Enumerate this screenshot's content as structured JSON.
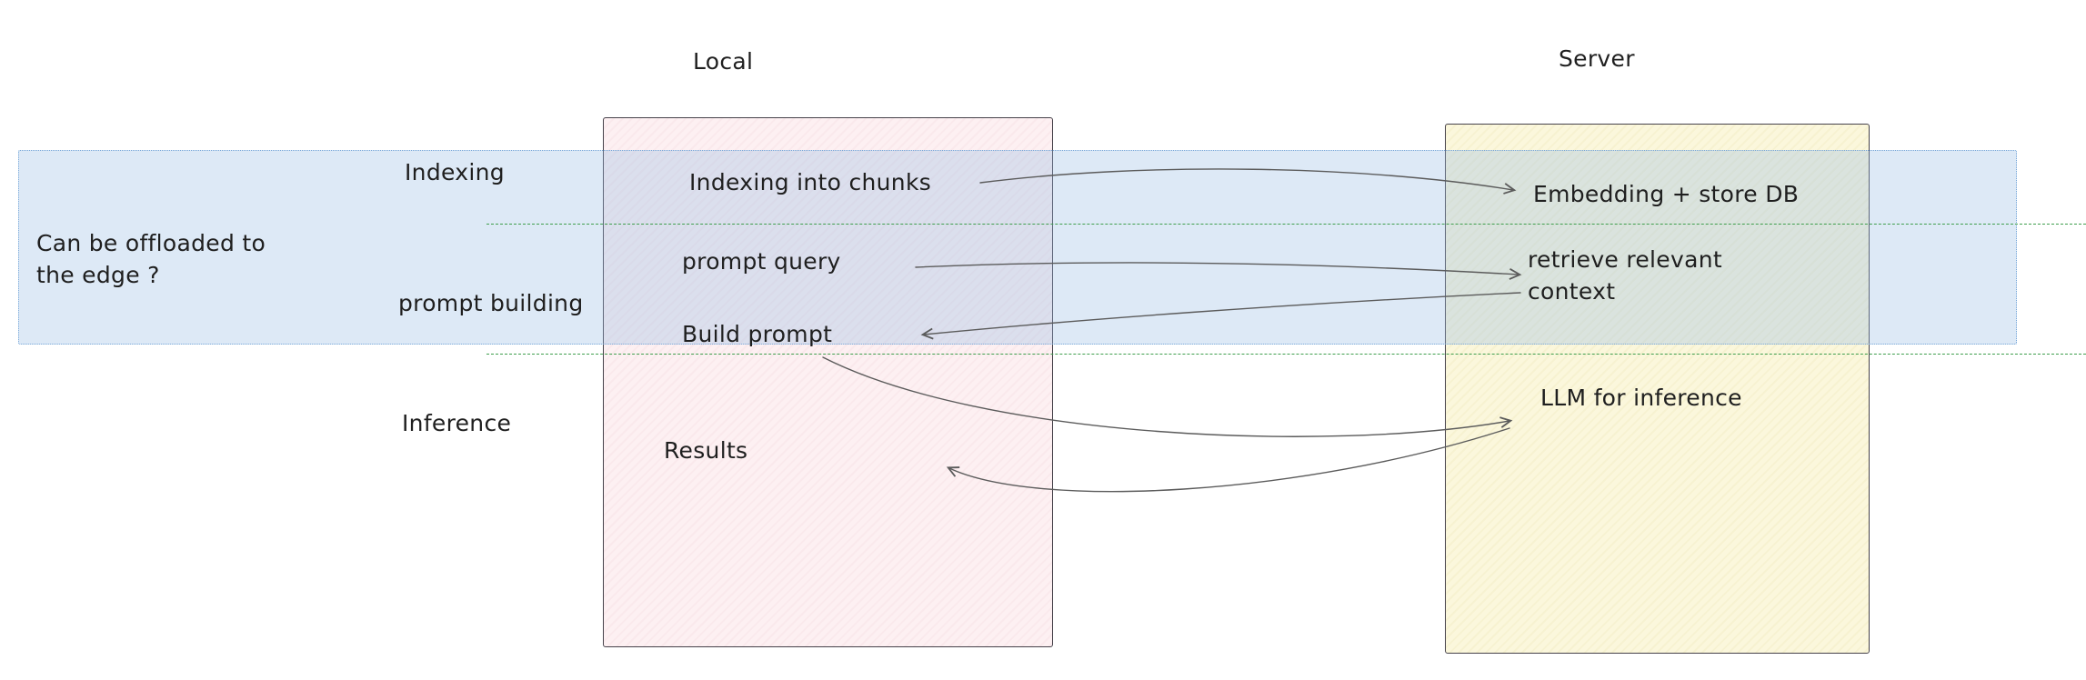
{
  "columns": {
    "local": {
      "label": "Local"
    },
    "server": {
      "label": "Server"
    }
  },
  "stage_labels": {
    "indexing": "Indexing",
    "prompt_building": "prompt building",
    "inference": "Inference"
  },
  "annotation": {
    "offload_note": "Can be offloaded to\nthe edge ?"
  },
  "local_box": {
    "nodes": {
      "indexing_into_chunks": "Indexing into chunks",
      "prompt_query": "prompt query",
      "build_prompt": "Build prompt",
      "results": "Results"
    }
  },
  "server_box": {
    "nodes": {
      "embedding_store_db": "Embedding + store DB",
      "retrieve_relevant_context": "retrieve relevant\ncontext",
      "llm_for_inference": "LLM for inference"
    }
  },
  "colors": {
    "local_box_fill": "#fdf0f2",
    "server_box_fill": "#fbf7dc",
    "box_border": "#46424a",
    "highlight_band_fill": "#d9e8f7",
    "highlight_band_border": "#76a6d8",
    "stage_divider_green": "#3f9e4d",
    "arrow": "#5b5b5b",
    "text": "#1f1f1f"
  }
}
